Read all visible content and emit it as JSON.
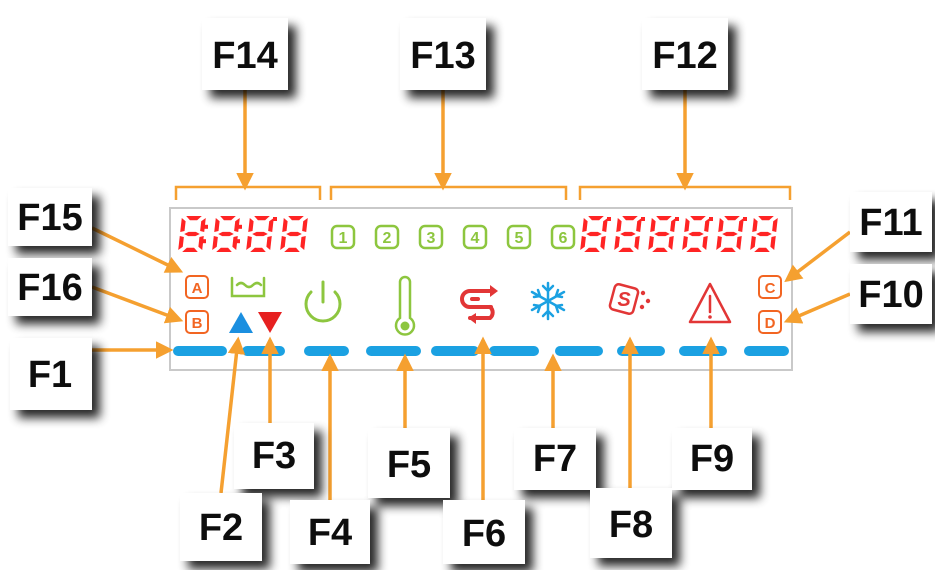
{
  "colors": {
    "segment_red": "#ff2424",
    "orange": "#f5a030",
    "green": "#8dc63f",
    "blue": "#1ba1e2",
    "triangle_blue": "#1b8fe0",
    "triangle_red": "#e62020",
    "label_box": "#ffffff",
    "label_shadow": "#222222",
    "label_text": "#111111"
  },
  "labels": {
    "F1": "F1",
    "F2": "F2",
    "F3": "F3",
    "F4": "F4",
    "F5": "F5",
    "F6": "F6",
    "F7": "F7",
    "F8": "F8",
    "F9": "F9",
    "F10": "F10",
    "F11": "F11",
    "F12": "F12",
    "F13": "F13",
    "F14": "F14",
    "F15": "F15",
    "F16": "F16"
  },
  "display": {
    "left_digits": "8:8:8.8",
    "right_digits": "8.8.8.8.8.8",
    "box_letters": [
      "A",
      "B",
      "C",
      "D"
    ],
    "program_numbers": [
      "1",
      "2",
      "3",
      "4",
      "5",
      "6"
    ]
  },
  "icons": [
    "tray-icon",
    "arrow-up-icon",
    "arrow-down-icon",
    "power-icon",
    "thermometer-icon",
    "cycle-arrows-icon",
    "snowflake-icon",
    "salt-icon",
    "warning-icon"
  ]
}
